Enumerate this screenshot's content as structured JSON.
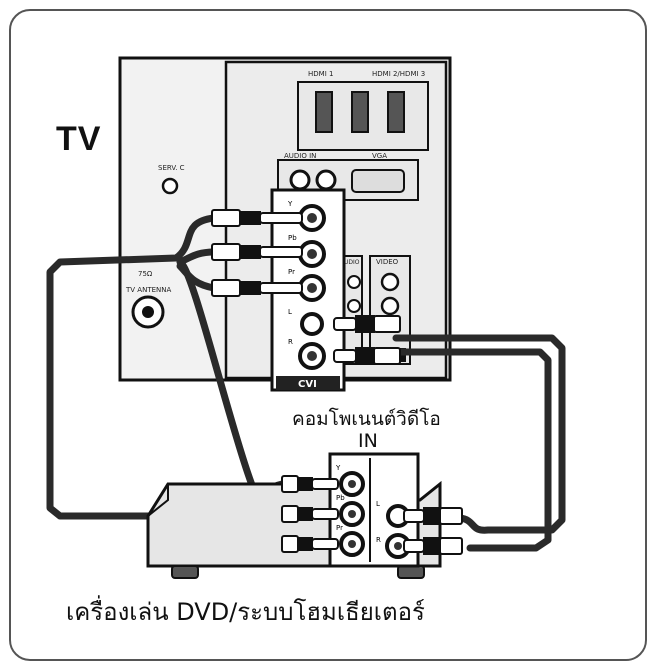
{
  "labels": {
    "tv": "TV",
    "component_video_in_line1": "คอมโพเนนต์วิดีโอ",
    "component_video_in_line2": "IN",
    "player": "เครื่องเล่น DVD/ระบบโฮมเธียเตอร์"
  },
  "tv_panel": {
    "hdmi_1": "HDMI 1",
    "hdmi_2": "HDMI 2/HDMI 3",
    "audio_in": "AUDIO IN",
    "vga": "VGA",
    "service": "SERV. C",
    "antenna_1": "75Ω",
    "antenna_2": "TV ANTENNA",
    "cvi_block": "CVI",
    "cvi_jacks": [
      "Y",
      "Pb",
      "Pr",
      "L",
      "R"
    ],
    "video_group": "VIDEO",
    "audio_group": "UDIO",
    "in_tag": "IN"
  },
  "player_panel": {
    "jacks": [
      "Y",
      "Pb",
      "Pr",
      "L",
      "R"
    ]
  },
  "colors": {
    "outline": "#111111",
    "panel_fill": "#eeeeee",
    "cable": "#2a2a2a",
    "device_fill": "#e6e6e6"
  }
}
